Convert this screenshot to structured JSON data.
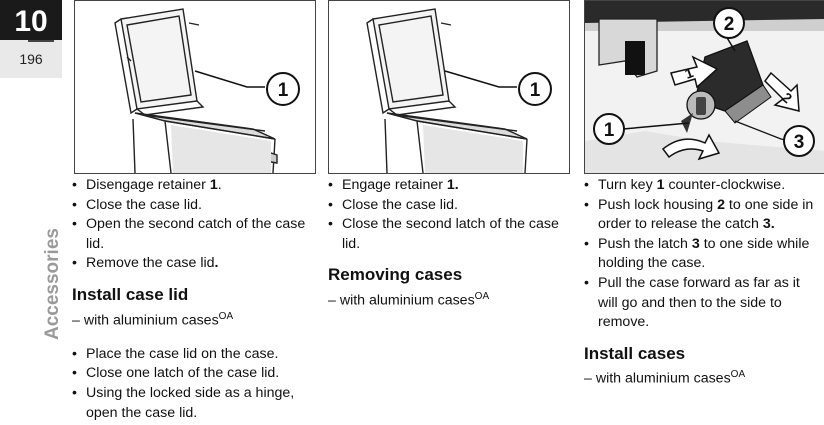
{
  "tab": {
    "chapter": "10",
    "page": "196",
    "section": "Accessories"
  },
  "col1": {
    "callout": "1",
    "steps1": [
      {
        "t": "Disengage retainer ",
        "b": "1",
        "s": "."
      },
      {
        "t": "Close the case lid.",
        "b": "",
        "s": ""
      },
      {
        "t": "Open the second catch of the case lid.",
        "b": "",
        "s": ""
      },
      {
        "t": "Remove the case lid",
        "b": ".",
        "s": ""
      }
    ],
    "heading": "Install case lid",
    "note": "– with aluminium cases",
    "note_sup": "OA",
    "steps2": [
      {
        "t": "Place the case lid on the case.",
        "b": "",
        "s": ""
      },
      {
        "t": "Close one latch of the case lid.",
        "b": "",
        "s": ""
      },
      {
        "t": "Using the locked side as a hinge, open the case lid.",
        "b": "",
        "s": ""
      }
    ]
  },
  "col2": {
    "callout": "1",
    "steps1": [
      {
        "t": "Engage retainer ",
        "b": "1.",
        "s": ""
      },
      {
        "t": "Close the case lid.",
        "b": "",
        "s": ""
      },
      {
        "t": "Close the second latch of the case lid.",
        "b": "",
        "s": ""
      }
    ],
    "heading": "Removing cases",
    "note": "– with aluminium cases",
    "note_sup": "OA"
  },
  "col3": {
    "callouts": [
      "2",
      "1",
      "3"
    ],
    "arrow_labels": [
      "1",
      "2"
    ],
    "steps1": [
      {
        "t": "Turn key ",
        "b": "1",
        "s": " counter-clockwise."
      },
      {
        "t": "Push lock housing ",
        "b": "2",
        "s": " to one side in order to release the catch "
      },
      {
        "t": "Push the latch ",
        "b": "3",
        "s": " to one side while holding the case."
      },
      {
        "t": "Pull the case forward as far as it will go and then to the side to remove.",
        "b": "",
        "s": ""
      }
    ],
    "step2_end_bold": "3.",
    "heading": "Install cases",
    "note": "– with aluminium cases",
    "note_sup": "OA"
  }
}
